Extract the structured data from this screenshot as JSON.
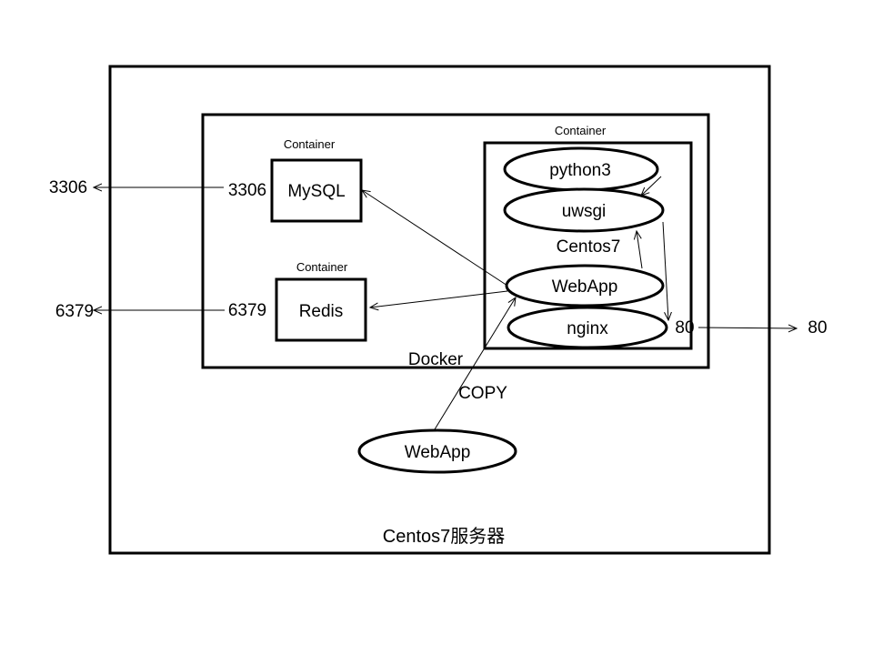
{
  "server": {
    "label": "Centos7服务器"
  },
  "docker": {
    "label": "Docker"
  },
  "containers": {
    "mysql": {
      "caption": "Container",
      "name": "MySQL",
      "inner_port": "3306",
      "outer_port": "3306"
    },
    "redis": {
      "caption": "Container",
      "name": "Redis",
      "inner_port": "6379",
      "outer_port": "6379"
    },
    "app": {
      "caption": "Container",
      "os": "Centos7",
      "processes": [
        "python3",
        "uwsgi",
        "WebApp",
        "nginx"
      ],
      "inner_port": "80",
      "outer_port": "80"
    }
  },
  "copy": {
    "label": "COPY",
    "source": "WebApp"
  }
}
